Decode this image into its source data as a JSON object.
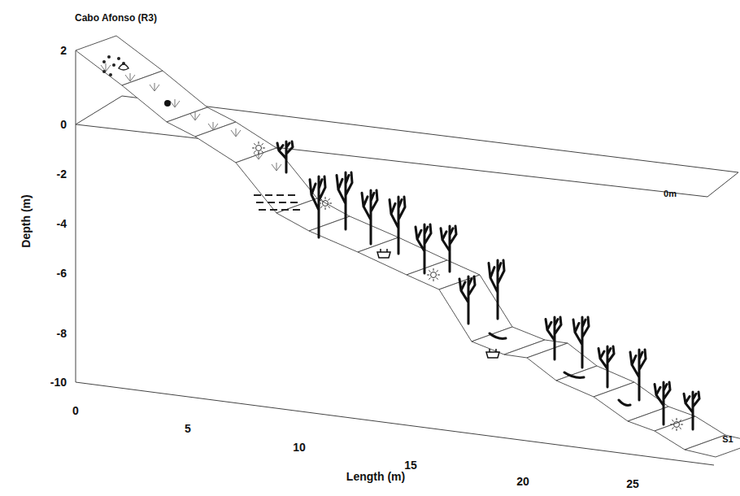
{
  "diagram": {
    "title": "Cabo Afonso (R3)",
    "labels": [
      "2",
      "0",
      "-2",
      "-4",
      "-6",
      "-8",
      "-10",
      "Depth (m)",
      "0",
      "5",
      "10",
      "15",
      "20",
      "25",
      "Length (m)",
      "0m",
      "S1"
    ]
  }
}
